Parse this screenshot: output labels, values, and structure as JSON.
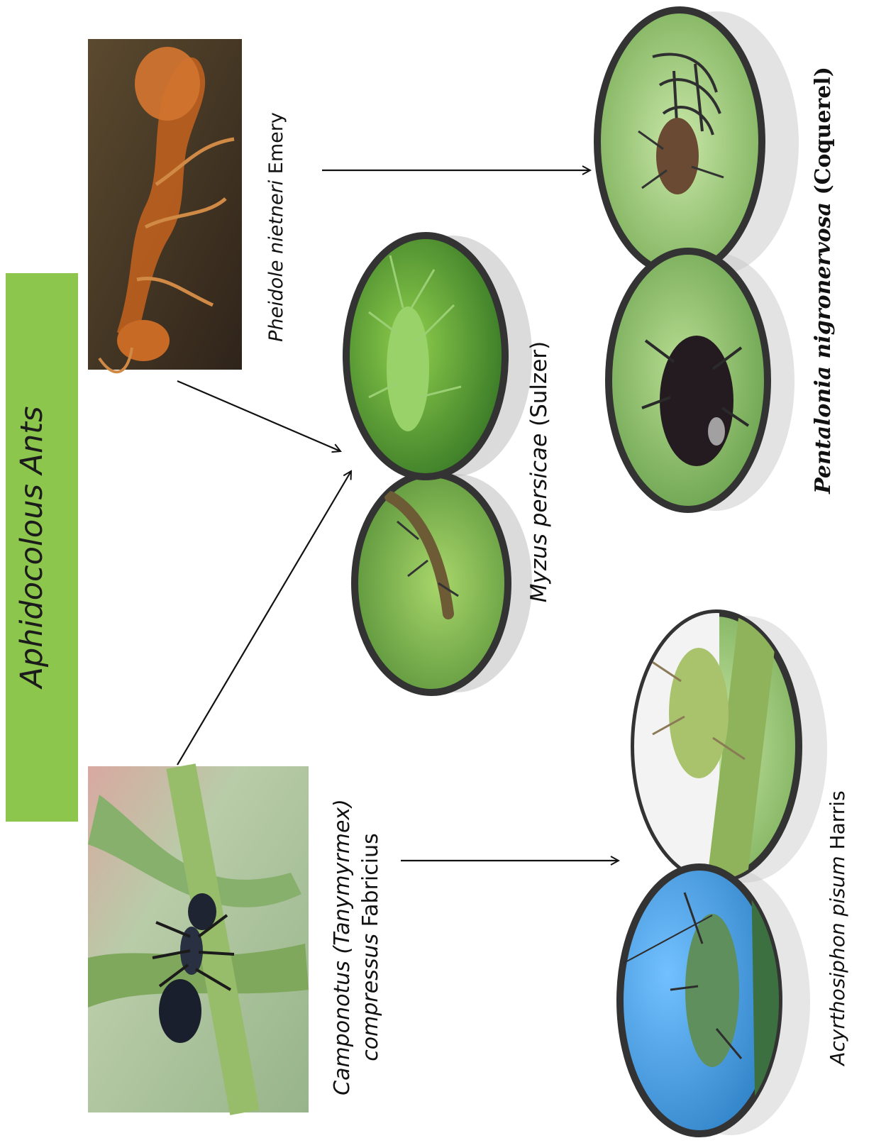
{
  "banner": {
    "title": "Aphidocolous Ants",
    "color": "#8cc64d"
  },
  "ants": [
    {
      "genus": "Pheidole",
      "species": "nietneri",
      "authority": "Emery"
    },
    {
      "genus_subgenus": "Camponotus (Tanymyrmex)",
      "species": "compressus",
      "authority": "Fabricius"
    }
  ],
  "aphids": [
    {
      "genus": "Myzus",
      "species": "persicae",
      "authority": "(Sulzer)"
    },
    {
      "name": "Pentalonia nigronervosa",
      "authority": "(Coquerel)"
    },
    {
      "name": "Acyrthosiphon pisum",
      "authority": "Harris"
    }
  ],
  "colors": {
    "frame": "#333333",
    "leaf_green": "#6aa84f",
    "sky_blue": "#4a9ad6"
  }
}
